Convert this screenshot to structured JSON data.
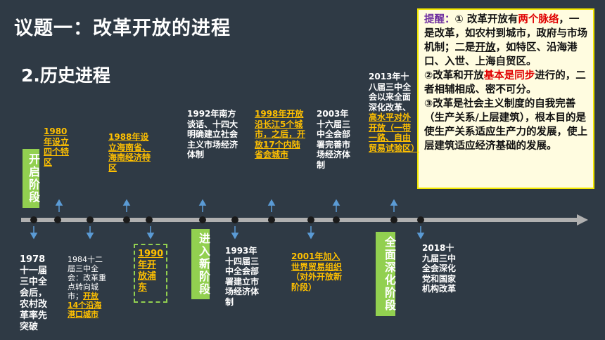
{
  "title": "议题一：改革开放的进程",
  "subtitle": "2.历史进程",
  "note": {
    "line1_prefix": "提醒：",
    "line1_text_a": "① 改革开放有",
    "line1_highlight": "两个脉络",
    "line1_text_b": "，一是改革，如农村到城市，政府与市场机制；二是",
    "line1_ul1": "开放",
    "line1_text_c": "，如特区、沿海港口、入世、上海自贸区。",
    "line2_a": "②改革和开放",
    "line2_highlight": "基本是同步",
    "line2_b": "进行的，二者相辅相成、密不可分。",
    "line3": "③改革是社会主义制度的自我完善（生产关系/上层建筑），根本目的是使生产关系适应生产力的发展，使上层建筑适应经济基础的发展。"
  },
  "stages": {
    "s1": "开启阶段",
    "s2": "进入新阶段",
    "s3": "全面深化阶段"
  },
  "events_top": {
    "e1980": "1980年设立四个特区",
    "e1988": "1988年设立海南省、海南经济特区",
    "e1992": "1992年南方谈话、十四大明确建立社会主义市场经济体制",
    "e1998": "1998年开放沿长江5个城市，之后，开放17个内陆省会城市",
    "e2003": "2003年十六届三中全会部署完善市场经济体制",
    "e2013_a": "2013年十八届三中全会以来全面深化改革、",
    "e2013_b": "高水平对外开放（一带一路、自由贸易试验区）"
  },
  "events_bottom": {
    "e1978": "1978十一届三中全会后，农村改革率先突破",
    "e1984_a": "1984十二届三中全会：改革重点转向城市；",
    "e1984_b": "开放14个沿海港口城市",
    "e1990": "1990年开放浦东",
    "e1993": "1993年十四届三中全会部署建立市场经济体制",
    "e2001_a": "2001年加入世界贸易组织",
    "e2001_b": "（对外开放新阶段）",
    "e2018": "2018十九届三中全会深化党和国家机构改革"
  }
}
